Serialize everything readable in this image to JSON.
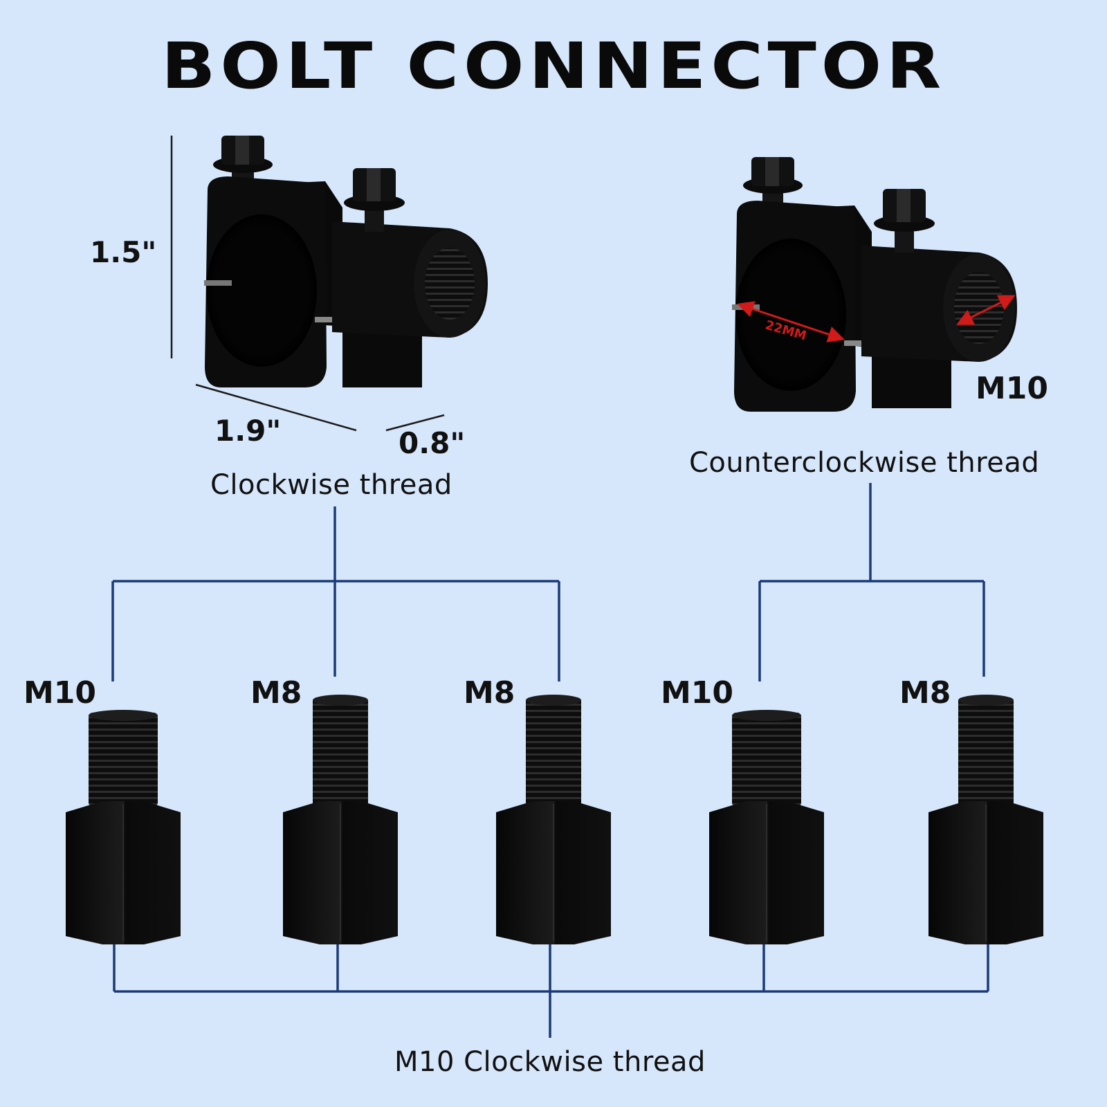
{
  "title": "BOLT CONNECTOR",
  "dimensions": {
    "height": "1.5\"",
    "length": "1.9\"",
    "width": "0.8\"",
    "bore": "22MM"
  },
  "clamps": [
    {
      "thread_label": "Clockwise thread"
    },
    {
      "thread_label": "Counterclockwise thread",
      "size_label": "M10"
    }
  ],
  "adapters": [
    {
      "size": "M10",
      "group": "clockwise"
    },
    {
      "size": "M8",
      "group": "clockwise"
    },
    {
      "size": "M8",
      "group": "clockwise"
    },
    {
      "size": "M10",
      "group": "counterclockwise"
    },
    {
      "size": "M8",
      "group": "counterclockwise"
    }
  ],
  "adapter_thread_label": "M10 Clockwise thread",
  "colors": {
    "background": "#d6e6fb",
    "connector_line": "#1b3a78",
    "part": "#0c0c0c",
    "dimension_red": "#d11a1a"
  }
}
